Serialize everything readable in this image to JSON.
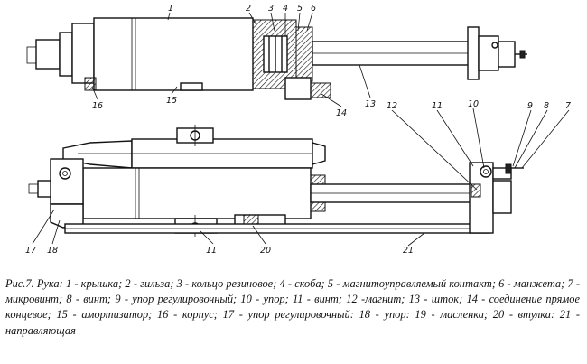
{
  "caption": "Рис.7. Рука: 1 - крышка; 2 - гильза; 3 - кольцо резиновое; 4 - скоба; 5 - магнитоуправляемый контакт; 6 - манжета; 7 - микровинт; 8 - винт; 9 - упор регулировочный;  10  - упор; 11 - винт; 12 -магнит; 13 - шток; 14 - соединение прямое концевое; 15 - амортизатор; 16 - корпус; 17 - упор регулировочный: 18 - упор: 19 - масленка; 20 - втулка: 21 - направляющая",
  "labels": {
    "l1": "1",
    "l2": "2",
    "l3": "3",
    "l4": "4",
    "l5": "5",
    "l6": "6",
    "l7": "7",
    "l8": "8",
    "l9": "9",
    "l10": "10",
    "l11a": "11",
    "l11b": "11",
    "l12": "12",
    "l13": "13",
    "l14": "14",
    "l15": "15",
    "l16": "16",
    "l17": "17",
    "l18": "18",
    "l20": "20",
    "l21": "21"
  }
}
